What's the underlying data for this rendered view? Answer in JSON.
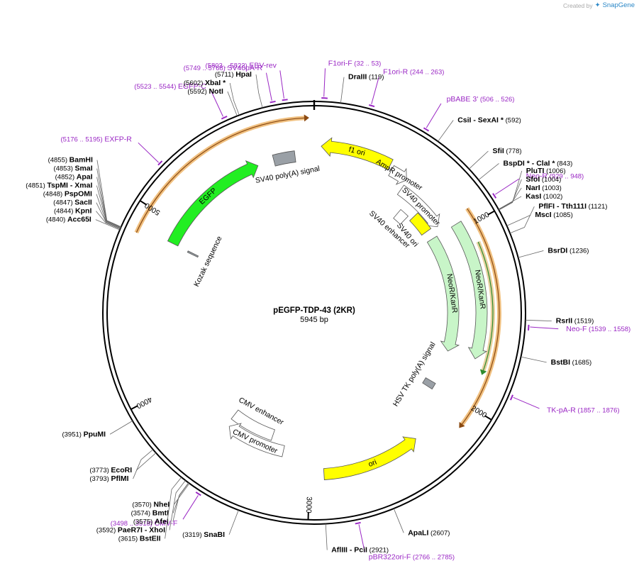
{
  "credit": {
    "prefix": "Created by",
    "brand": "SnapGene"
  },
  "plasmid": {
    "name": "pEGFP-TDP-43 (2KR)",
    "length": "5945 bp",
    "length_bp": 5945
  },
  "ticks": [
    {
      "label": "1000",
      "bp": 1000
    },
    {
      "label": "2000",
      "bp": 2000
    },
    {
      "label": "3000",
      "bp": 3000
    },
    {
      "label": "4000",
      "bp": 4000
    },
    {
      "label": "5000",
      "bp": 5000
    }
  ],
  "restriction_sites": [
    {
      "name": "DraIII",
      "pos": "(119)",
      "bp": 119
    },
    {
      "name": "CsiI",
      "name2": "- SexAI *",
      "pos": "(592)",
      "bp": 592
    },
    {
      "name": "SfiI",
      "pos": "(778)",
      "bp": 778
    },
    {
      "name": "BspDI *",
      "name2": "- ClaI *",
      "pos": "(843)",
      "bp": 843
    },
    {
      "name": "KasI",
      "pos": "(1002)",
      "bp": 1002
    },
    {
      "name": "NarI",
      "pos": "(1003)",
      "bp": 1003
    },
    {
      "name": "SfoI",
      "pos": "(1004)",
      "bp": 1004
    },
    {
      "name": "PluTI",
      "pos": "(1006)",
      "bp": 1006
    },
    {
      "name": "MscI",
      "pos": "(1085)",
      "bp": 1085
    },
    {
      "name": "PflFI",
      "name2": "- Tth111I",
      "pos": "(1121)",
      "bp": 1121
    },
    {
      "name": "BsrDI",
      "pos": "(1236)",
      "bp": 1236
    },
    {
      "name": "RsrII",
      "pos": "(1519)",
      "bp": 1519
    },
    {
      "name": "BstBI",
      "pos": "(1685)",
      "bp": 1685
    },
    {
      "name": "ApaLI",
      "pos": "(2607)",
      "bp": 2607
    },
    {
      "name": "AflIII",
      "name2": "- PciI",
      "pos": "(2921)",
      "bp": 2921
    },
    {
      "name": "SnaBI",
      "pos": "(3319)",
      "bp": 3319
    },
    {
      "name": "NheI",
      "pos": "(3570)",
      "bp": 3570
    },
    {
      "name": "BmtI",
      "pos": "(3574)",
      "bp": 3574
    },
    {
      "name": "AfeI",
      "pos": "(3575)",
      "bp": 3575
    },
    {
      "name": "PaeR7I",
      "name2": "- XhoI",
      "pos": "(3592)",
      "bp": 3592
    },
    {
      "name": "BstEII",
      "pos": "(3615)",
      "bp": 3615
    },
    {
      "name": "EcoRI",
      "pos": "(3773)",
      "bp": 3773
    },
    {
      "name": "PflMI",
      "pos": "(3793)",
      "bp": 3793
    },
    {
      "name": "PpuMI",
      "pos": "(3951)",
      "bp": 3951
    },
    {
      "name": "Acc65I",
      "pos": "(4840)",
      "bp": 4840
    },
    {
      "name": "KpnI",
      "pos": "(4844)",
      "bp": 4844
    },
    {
      "name": "SacII",
      "pos": "(4847)",
      "bp": 4847
    },
    {
      "name": "PspOMI",
      "pos": "(4848)",
      "bp": 4848
    },
    {
      "name": "TspMI",
      "name2": "- XmaI",
      "pos": "(4851)",
      "bp": 4851
    },
    {
      "name": "ApaI",
      "pos": "(4852)",
      "bp": 4852
    },
    {
      "name": "SmaI",
      "pos": "(4853)",
      "bp": 4853
    },
    {
      "name": "BamHI",
      "pos": "(4855)",
      "bp": 4855
    },
    {
      "name": "NotI",
      "pos": "(5592)",
      "bp": 5592
    },
    {
      "name": "XbaI *",
      "pos": "(5602)",
      "bp": 5602
    },
    {
      "name": "HpaI",
      "pos": "(5711)",
      "bp": 5711
    }
  ],
  "primers": [
    {
      "name": "F1ori-F",
      "pos": "(32 .. 53)",
      "start": 32,
      "end": 53
    },
    {
      "name": "F1ori-R",
      "pos": "(244 .. 263)",
      "start": 244,
      "end": 263
    },
    {
      "name": "pBABE 3'",
      "pos": "(506 .. 526)",
      "start": 506,
      "end": 526
    },
    {
      "name": "Neo-R",
      "pos": "(929 .. 948)",
      "start": 929,
      "end": 948
    },
    {
      "name": "Neo-F",
      "pos": "(1539 .. 1558)",
      "start": 1539,
      "end": 1558
    },
    {
      "name": "TK-pA-R",
      "pos": "(1857 .. 1876)",
      "start": 1857,
      "end": 1876
    },
    {
      "name": "pBR322ori-F",
      "pos": "(2766 .. 2785)",
      "start": 2766,
      "end": 2785
    },
    {
      "name": "CMV-F",
      "pos": "(3498 .. 3518)",
      "start": 3498,
      "end": 3518
    },
    {
      "name": "EXFP-R",
      "pos": "(5176 .. 5195)",
      "start": 5176,
      "end": 5195
    },
    {
      "name": "EGFP-C",
      "pos": "(5523 .. 5544)",
      "start": 5523,
      "end": 5544
    },
    {
      "name": "SV40pA-R",
      "pos": "(5749 .. 5768)",
      "start": 5749,
      "end": 5768
    },
    {
      "name": "EBV-rev",
      "pos": "(5803 .. 5822)",
      "start": 5803,
      "end": 5822
    }
  ],
  "features": [
    {
      "name": "f1 ori",
      "start": 40,
      "end": 450,
      "color": "#ffff00",
      "strand": "rev"
    },
    {
      "name": "AmpR promoter",
      "start": 470,
      "end": 575,
      "color": "#ffffff",
      "strand": "fwd"
    },
    {
      "name": "SV40 promoter",
      "start": 580,
      "end": 910,
      "color": "#ffffff",
      "strand": "fwd"
    },
    {
      "name": "SV40 ori",
      "start": 760,
      "end": 895,
      "color": "#ffff00",
      "strand": "none"
    },
    {
      "name": "SV40 enhancer",
      "start": 660,
      "end": 730,
      "color": "#ffffff",
      "strand": "none"
    },
    {
      "name": "NeoR/KanR",
      "start": 958,
      "end": 1750,
      "color": "#c8f5c8",
      "strand": "fwd"
    },
    {
      "name": "NeoR/KanR",
      "start": 958,
      "end": 1750,
      "color": "#c8f5c8",
      "strand": "fwd"
    },
    {
      "name": "HSV TK poly(A) signal",
      "start": 1985,
      "end": 2030,
      "color": "#9aa0a6",
      "strand": "none"
    },
    {
      "name": "ori",
      "start": 2330,
      "end": 2915,
      "color": "#ffff00",
      "strand": "rev"
    },
    {
      "name": "CMV enhancer",
      "start": 3280,
      "end": 3600,
      "color": "#ffffff",
      "strand": "none"
    },
    {
      "name": "CMV promoter",
      "start": 3180,
      "end": 3580,
      "color": "#ffffff",
      "strand": "fwd"
    },
    {
      "name": "EGFP",
      "start": 4890,
      "end": 5600,
      "color": "#22ee22",
      "strand": "fwd"
    },
    {
      "name": "Kozak sequence",
      "start": 4880,
      "end": 4890,
      "color": "#9aa0a6",
      "strand": "none"
    },
    {
      "name": "SV40 poly(A) signal",
      "start": 5700,
      "end": 5830,
      "color": "#9aa0a6",
      "strand": "none"
    }
  ],
  "orfs": [
    {
      "start": 4860,
      "end": 5900,
      "color": "#f0c080",
      "label": ""
    },
    {
      "start": 920,
      "end": 2100,
      "color": "#f0c080",
      "label": ""
    },
    {
      "start": 1100,
      "end": 1800,
      "color": "#e8d2a0",
      "label": ""
    }
  ],
  "colors": {
    "backbone": "#000000",
    "primer": "#9a27c4",
    "egfp": "#22ee22",
    "yellow": "#ffff00"
  }
}
